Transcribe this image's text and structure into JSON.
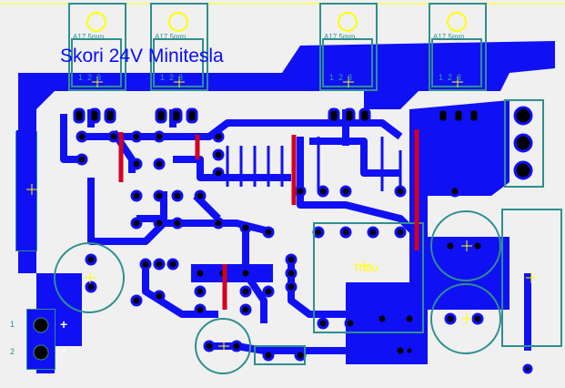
{
  "board": {
    "title": "Skori 24V Minitesla",
    "transformer_label": "Trafo",
    "colors": {
      "copper": "#1010f5",
      "silk": "#2f8f8f",
      "jumper": "#d00020",
      "marker": "#ffff00",
      "background": "#f0f0f0"
    }
  },
  "transistors": [
    {
      "footprint": "A17.5mm",
      "pins": "123"
    },
    {
      "footprint": "A17.5mm",
      "pins": "123"
    },
    {
      "footprint": "A17.5mm",
      "pins": "123"
    },
    {
      "footprint": "A17.5mm",
      "pins": "123"
    }
  ],
  "power_connector": {
    "pin1": "1",
    "pin2": "2",
    "plus": "+",
    "minus": "-"
  }
}
